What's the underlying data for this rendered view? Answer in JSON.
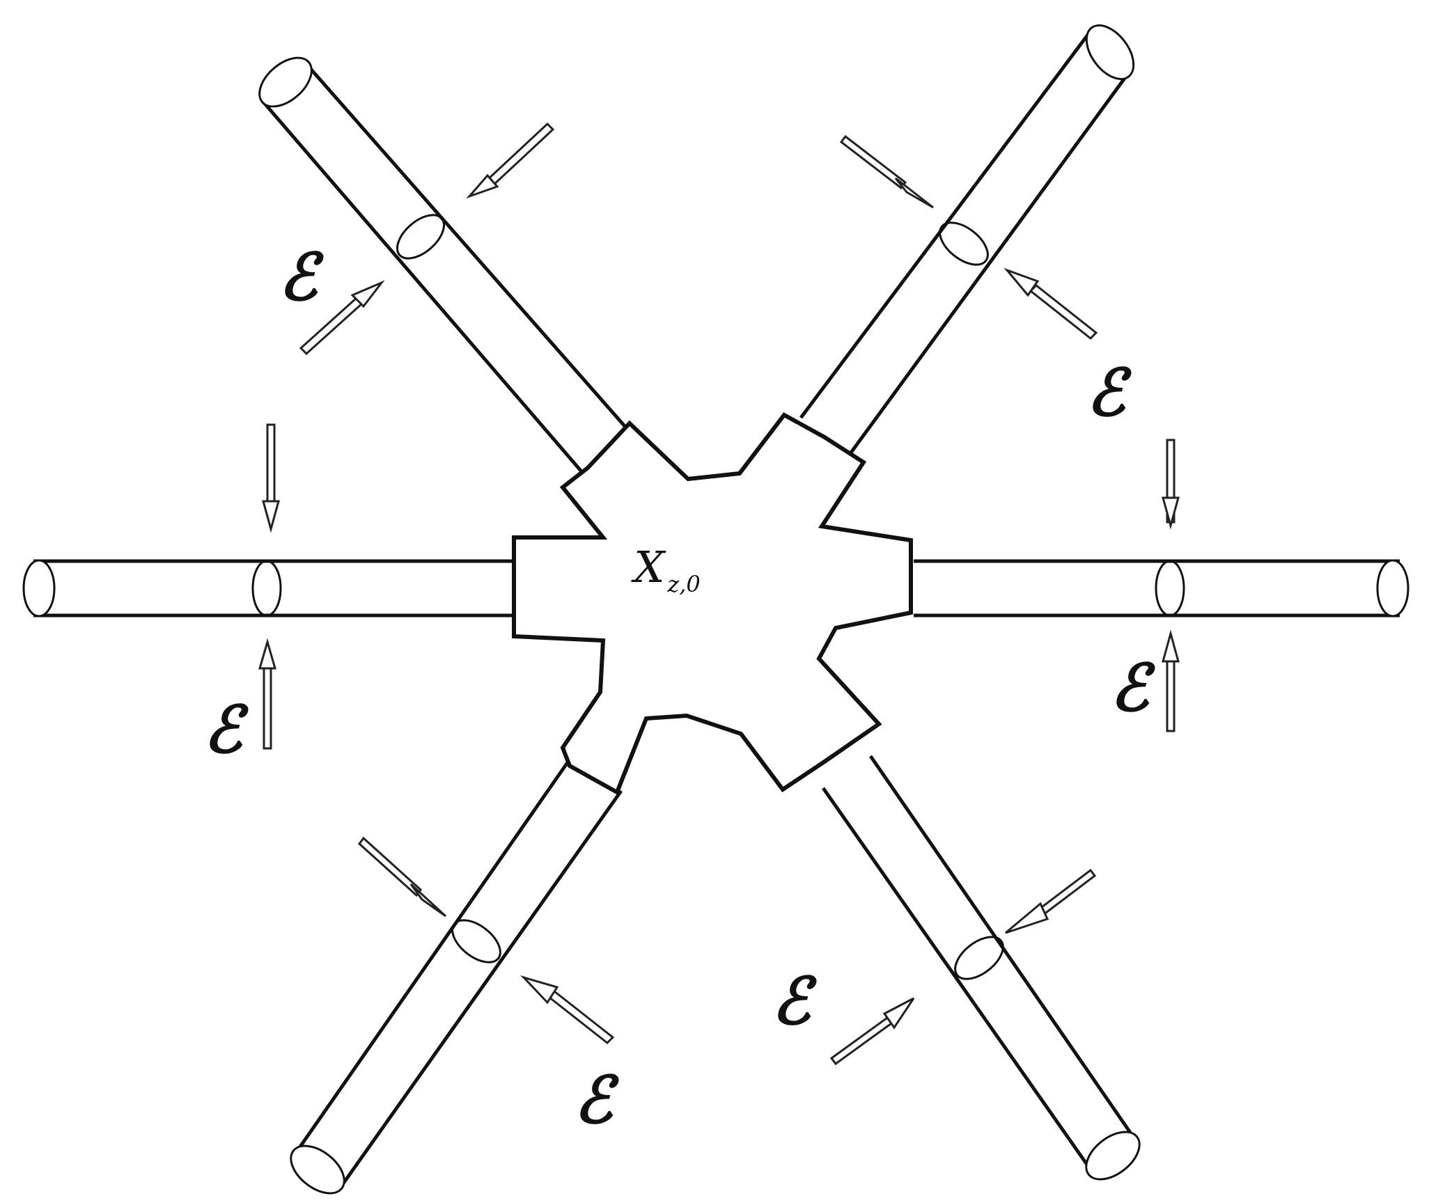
{
  "center": {
    "symbol": "X",
    "subscript": "z,0"
  },
  "strain_symbol": "ℰ",
  "colors": {
    "line": "#111111",
    "background": "#ffffff"
  },
  "arms": [
    {
      "id": "left",
      "label": "ℰ"
    },
    {
      "id": "right",
      "label": "ℰ"
    },
    {
      "id": "upper-left",
      "label": "ℰ"
    },
    {
      "id": "upper-right",
      "label": "ℰ"
    },
    {
      "id": "lower-left",
      "label": "ℰ"
    },
    {
      "id": "lower-right",
      "label": "ℰ"
    }
  ]
}
